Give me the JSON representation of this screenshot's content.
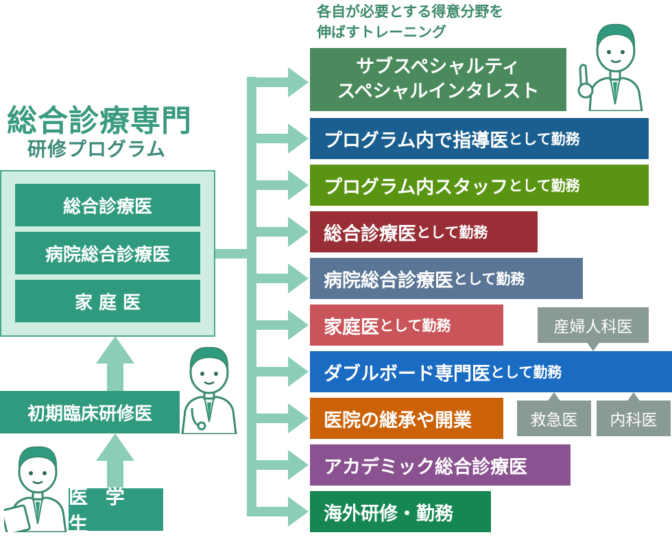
{
  "program": {
    "title": "総合診療専門",
    "subtitle": "研修プログラム",
    "specialties": [
      "総合診療医",
      "病院総合診療医",
      "家 庭 医"
    ]
  },
  "training_path": {
    "initial": "初期臨床研修医",
    "student": "医 学 生"
  },
  "destinations_header": [
    "各自が必要とする得意分野を",
    "伸ばすトレーニング"
  ],
  "destinations": [
    {
      "line1": "サブスペシャルティ",
      "line2": "スペシャルインタレスト",
      "color": "#4a8a5c"
    },
    {
      "main": "プログラム内で指導医",
      "suffix": "として勤務",
      "color": "#1a5f8f"
    },
    {
      "main": "プログラム内スタッフ",
      "suffix": "として勤務",
      "color": "#5a9413"
    },
    {
      "main": "総合診療医",
      "suffix": "として勤務",
      "color": "#9a2e36"
    },
    {
      "main": "病院総合診療医",
      "suffix": "として勤務",
      "color": "#5a7596"
    },
    {
      "main": "家庭医",
      "suffix": "として勤務",
      "color": "#c9545a"
    },
    {
      "main": "ダブルボード専門医",
      "suffix": "として勤務",
      "color": "#1a6bc2"
    },
    {
      "main": "医院の継承や開業",
      "suffix": "",
      "color": "#cc6208"
    },
    {
      "main": "アカデミック総合診療医",
      "suffix": "",
      "color": "#8a5290"
    },
    {
      "main": "海外研修・勤務",
      "suffix": "",
      "color": "#168752"
    }
  ],
  "double_board_examples": [
    "産婦人科医",
    "救急医",
    "内科医"
  ],
  "colors": {
    "teal": "#2f9a7e",
    "mint": "#8ccdb8",
    "gray": "#8a9a94"
  }
}
